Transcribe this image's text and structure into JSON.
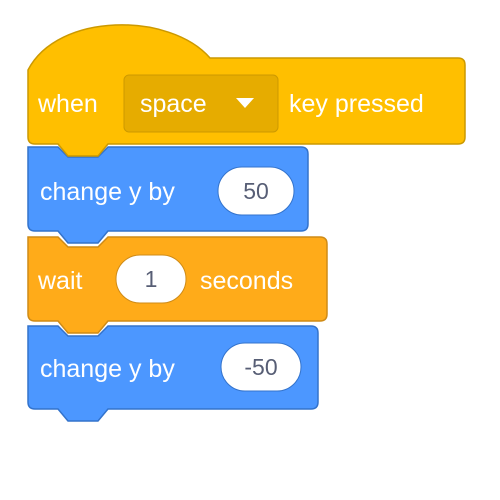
{
  "script": {
    "hat_block": {
      "category": "events",
      "label_before": "when",
      "dropdown_value": "space",
      "dropdown_icon": "triangle-down-icon",
      "label_after": "key pressed",
      "color": "#ffbf00",
      "border_color": "#cc9900"
    },
    "motion_block_1": {
      "category": "motion",
      "label": "change y by",
      "input_value": "50",
      "color": "#4c97ff",
      "border_color": "#3373cc"
    },
    "control_block": {
      "category": "control",
      "label_before": "wait",
      "input_value": "1",
      "label_after": "seconds",
      "color": "#ffab19",
      "border_color": "#cf8b17"
    },
    "motion_block_2": {
      "category": "motion",
      "label": "change y by",
      "input_value": "-50",
      "color": "#4c97ff",
      "border_color": "#3373cc"
    }
  }
}
